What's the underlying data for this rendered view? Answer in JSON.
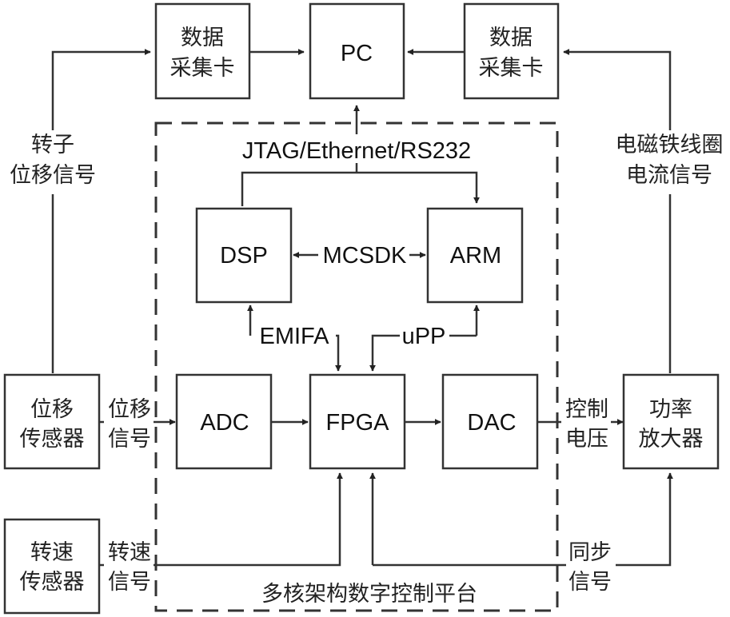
{
  "blocks": {
    "daq_left": [
      "数据",
      "采集卡"
    ],
    "pc": "PC",
    "daq_right": [
      "数据",
      "采集卡"
    ],
    "dsp": "DSP",
    "arm": "ARM",
    "adc": "ADC",
    "fpga": "FPGA",
    "dac": "DAC",
    "displacement_sensor": [
      "位移",
      "传感器"
    ],
    "speed_sensor": [
      "转速",
      "传感器"
    ],
    "power_amplifier": [
      "功率",
      "放大器"
    ]
  },
  "labels": {
    "rotor_displacement_signal": [
      "转子",
      "位移信号"
    ],
    "coil_current_signal": [
      "电磁铁线圈",
      "电流信号"
    ],
    "jtag": "JTAG/Ethernet/RS232",
    "mcsdk": "MCSDK",
    "emifa": "EMIFA",
    "upp": "uPP",
    "displacement_signal": [
      "位移",
      "信号"
    ],
    "control_voltage": [
      "控制",
      "电压"
    ],
    "speed_signal": [
      "转速",
      "信号"
    ],
    "sync_signal": [
      "同步",
      "信号"
    ],
    "platform": "多核架构数字控制平台"
  }
}
